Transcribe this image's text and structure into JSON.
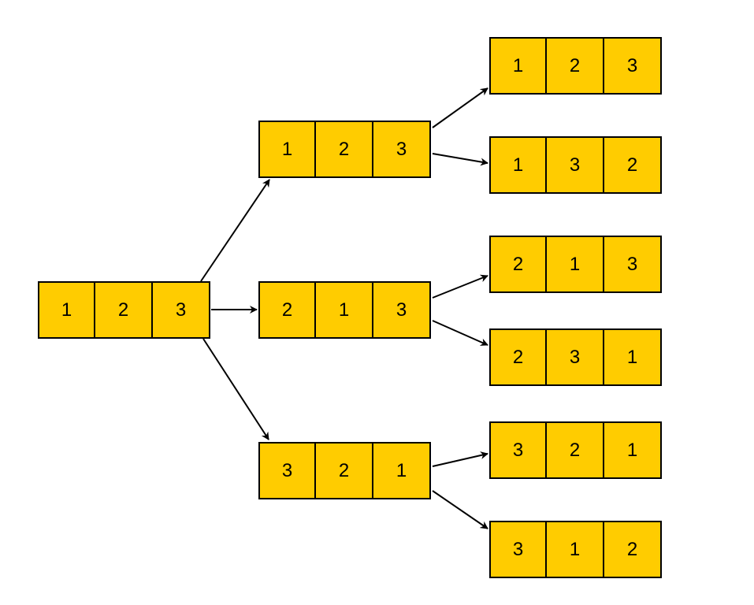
{
  "colors": {
    "cell_fill": "#FFCC00",
    "cell_border": "#000000",
    "arrow": "#000000",
    "background": "#FFFFFF"
  },
  "nodes": {
    "root": [
      "1",
      "2",
      "3"
    ],
    "level1": [
      [
        "1",
        "2",
        "3"
      ],
      [
        "2",
        "1",
        "3"
      ],
      [
        "3",
        "2",
        "1"
      ]
    ],
    "level2": [
      [
        "1",
        "2",
        "3"
      ],
      [
        "1",
        "3",
        "2"
      ],
      [
        "2",
        "1",
        "3"
      ],
      [
        "2",
        "3",
        "1"
      ],
      [
        "3",
        "2",
        "1"
      ],
      [
        "3",
        "1",
        "2"
      ]
    ]
  }
}
